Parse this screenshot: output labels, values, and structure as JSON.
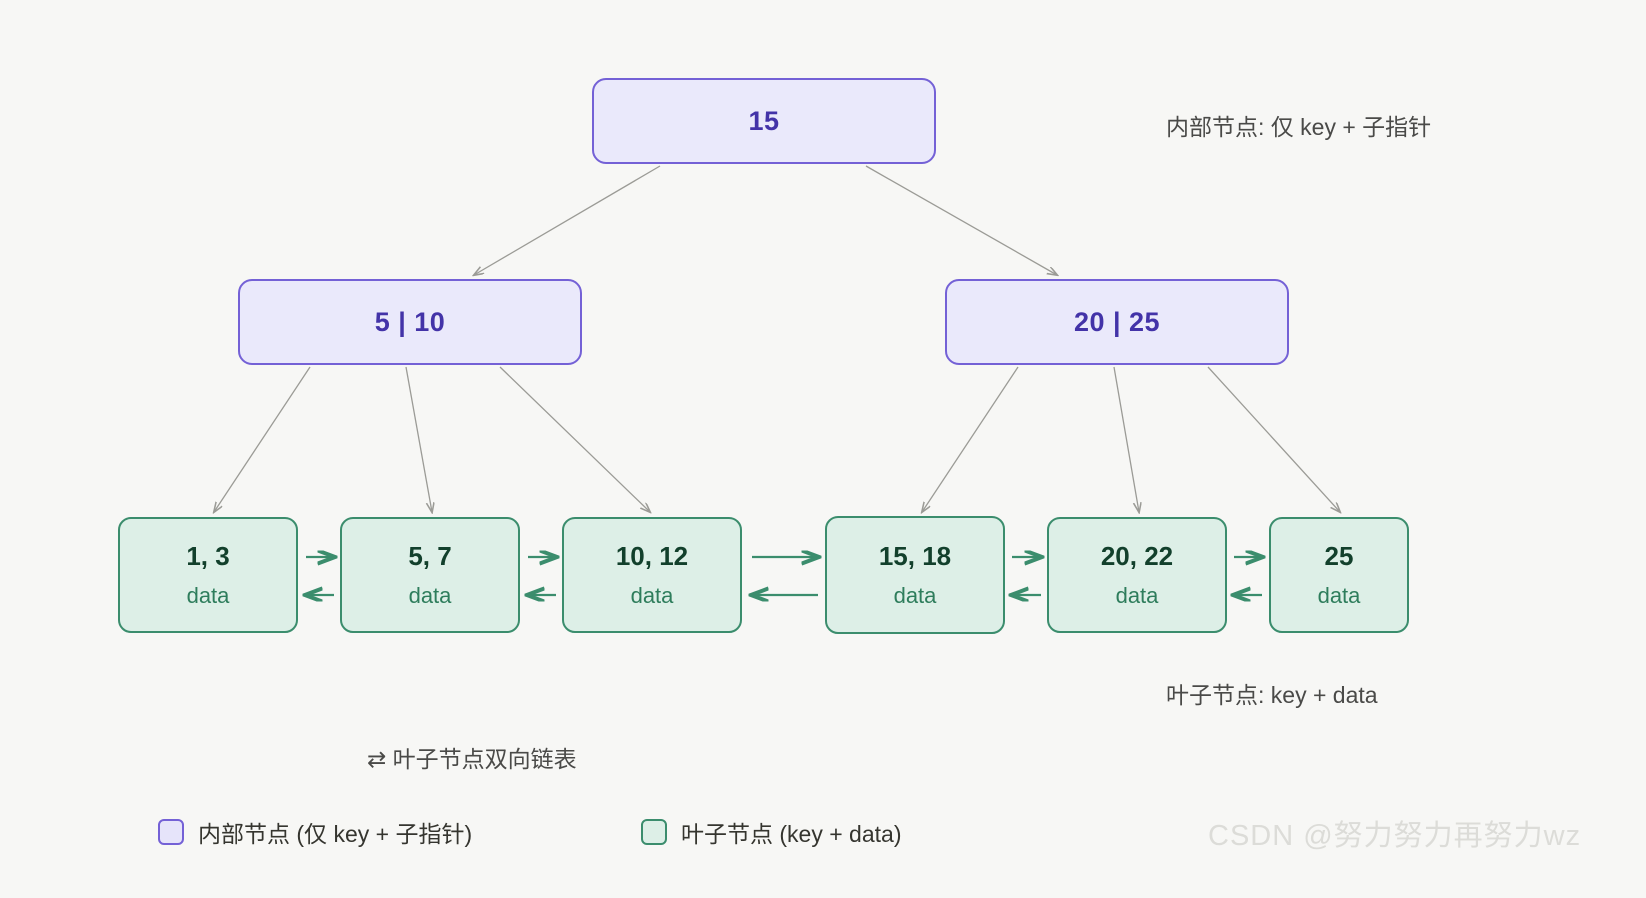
{
  "diagram": {
    "title_internal_note": "内部节点: 仅 key + 子指针",
    "title_leaf_note": "叶子节点: key + data",
    "linked_list_label": "⇄ 叶子节点双向链表",
    "watermark": "CSDN @努力努力再努力wz",
    "colors": {
      "background": "#f7f7f5",
      "internal_fill": "#eae9fb",
      "internal_border": "#7461d6",
      "internal_text": "#4333a8",
      "leaf_fill": "#ddefe7",
      "leaf_border": "#3b8d6d",
      "leaf_text": "#12402c",
      "leaf_data_text": "#2e7d5c",
      "edge": "#9b9b96",
      "leaf_link": "#3b8d6d"
    }
  },
  "tree": {
    "root": {
      "label": "15"
    },
    "internal": [
      {
        "label": "5 | 10"
      },
      {
        "label": "20 | 25"
      }
    ],
    "leaves": [
      {
        "keys": "1, 3",
        "data": "data"
      },
      {
        "keys": "5, 7",
        "data": "data"
      },
      {
        "keys": "10, 12",
        "data": "data"
      },
      {
        "keys": "15, 18",
        "data": "data"
      },
      {
        "keys": "20, 22",
        "data": "data"
      },
      {
        "keys": "25",
        "data": "data"
      }
    ]
  },
  "legend": {
    "items": [
      {
        "label": "内部节点 (仅 key + 子指针)",
        "swatch": "internal-node-swatch"
      },
      {
        "label": "叶子节点 (key + data)",
        "swatch": "leaf-node-swatch"
      }
    ]
  }
}
